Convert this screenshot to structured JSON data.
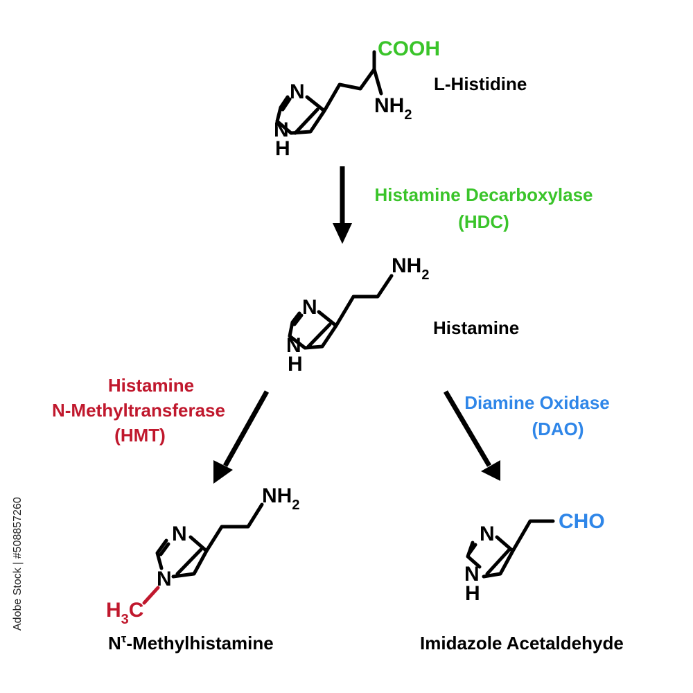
{
  "colors": {
    "hdc": "#3ac42a",
    "hmt": "#c0182d",
    "dao": "#2f86e8",
    "ink": "#000000"
  },
  "atoms": {
    "N": "N",
    "H": "H",
    "NH": "NH",
    "sub2": "2",
    "COOH": "COOH",
    "CHO": "CHO",
    "H3C_H": "H",
    "sub3": "3",
    "H3C_C": "C"
  },
  "compounds": {
    "histidine": "L-Histidine",
    "histamine": "Histamine",
    "methylhistamine_prefix": "N",
    "methylhistamine_sup": "τ",
    "methylhistamine_rest": "-Methylhistamine",
    "acetaldehyde": "Imidazole Acetaldehyde"
  },
  "enzymes": {
    "hdc": [
      "Histamine Decarboxylase",
      "(HDC)"
    ],
    "hmt": [
      "Histamine",
      "N-Methyltransferase",
      "(HMT)"
    ],
    "dao": [
      "Diamine Oxidase",
      "(DAO)"
    ]
  },
  "watermark": "Adobe Stock | #508857260"
}
